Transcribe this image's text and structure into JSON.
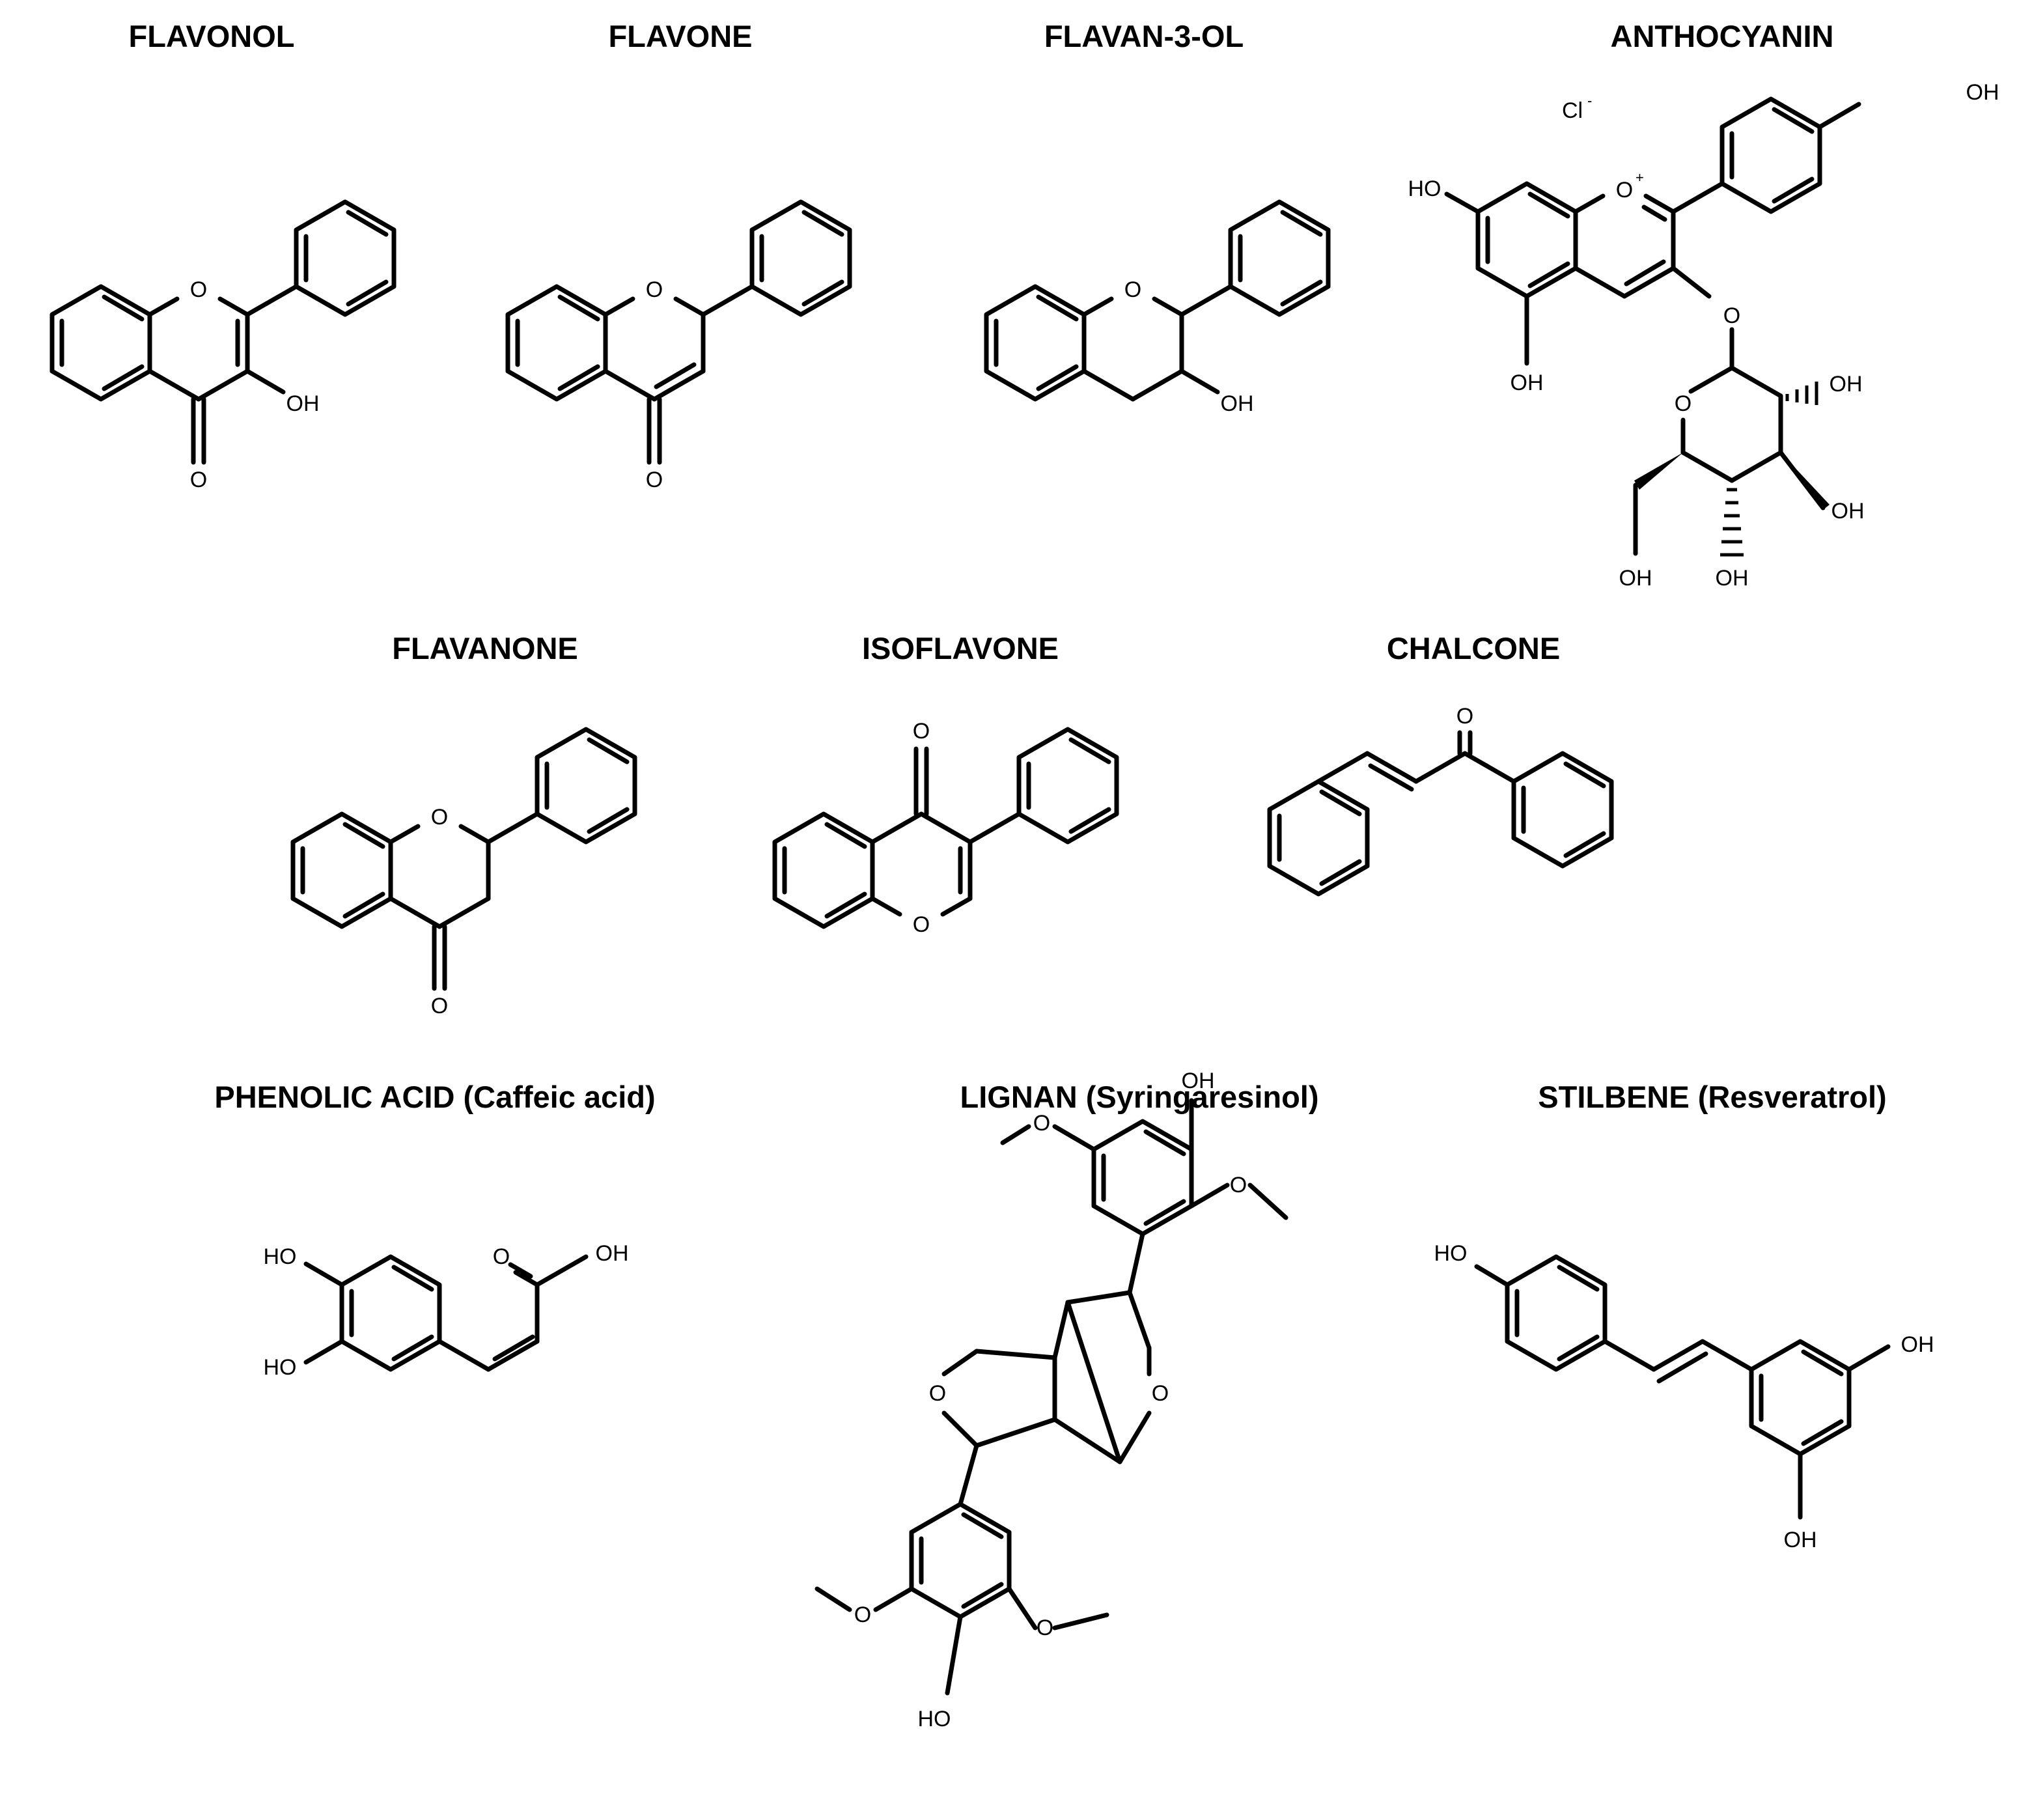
{
  "structures": [
    {
      "id": "flavonol",
      "title": "FLAVONOL"
    },
    {
      "id": "flavone",
      "title": "FLAVONE"
    },
    {
      "id": "flavan3ol",
      "title": "FLAVAN-3-OL"
    },
    {
      "id": "anthocyanin",
      "title": "ANTHOCYANIN"
    },
    {
      "id": "flavanone",
      "title": "FLAVANONE"
    },
    {
      "id": "isoflavone",
      "title": "ISOFLAVONE"
    },
    {
      "id": "chalcone",
      "title": "CHALCONE"
    },
    {
      "id": "phenolic",
      "title": "PHENOLIC ACID (Caffeic acid)"
    },
    {
      "id": "lignan",
      "title": "LIGNAN (Syringaresinol)"
    },
    {
      "id": "stilbene",
      "title": "STILBENE (Resveratrol)"
    }
  ],
  "atom_labels": {
    "oxygen": "O",
    "hydroxyl": "OH",
    "hydroxyl_left": "HO",
    "oxonium": "O",
    "oxonium_charge": "+",
    "chloride": "Cl",
    "chloride_charge": "-"
  }
}
